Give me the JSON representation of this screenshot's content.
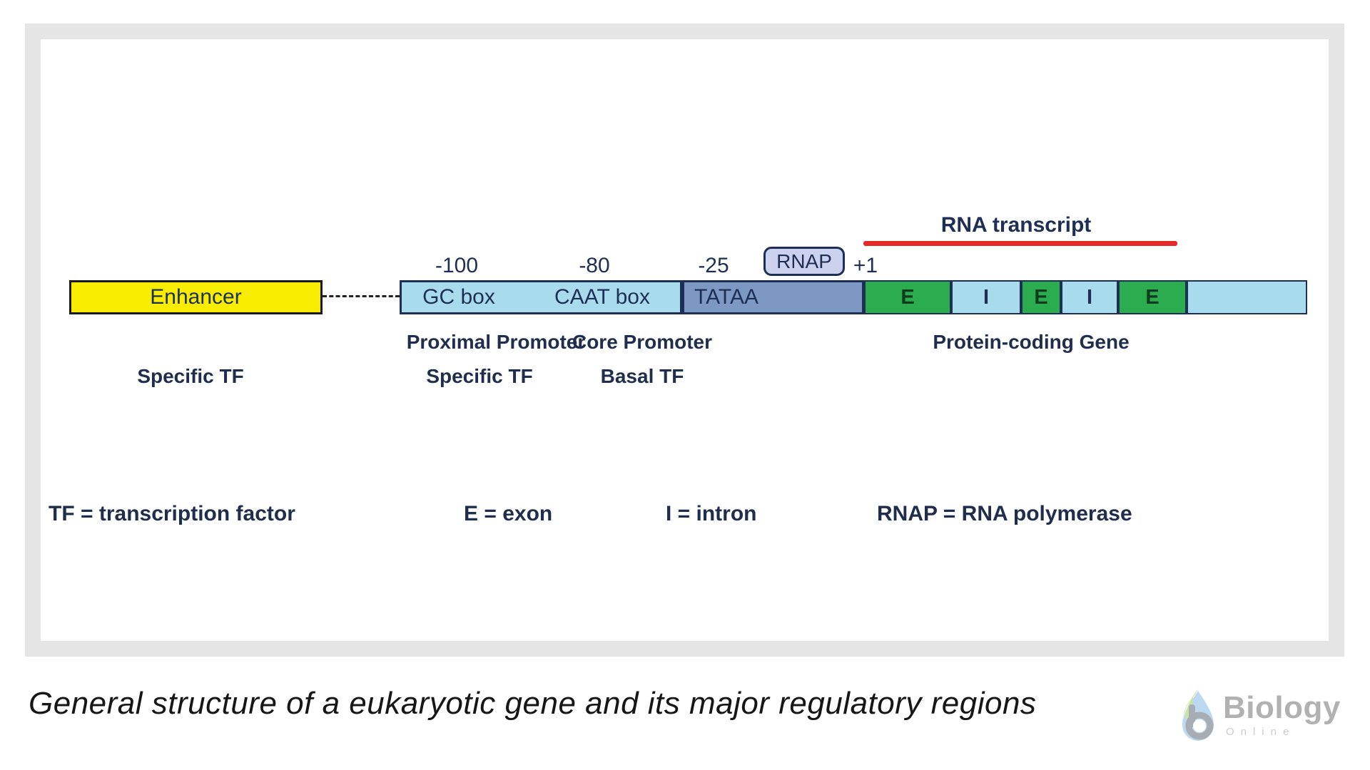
{
  "figure": {
    "enhancer_label": "Enhancer",
    "gc_box_label": "GC box",
    "caat_box_label": "CAAT box",
    "tata_label": "TATAA",
    "rnap_label": "RNAP",
    "rna_transcript_label": "RNA transcript",
    "positions": {
      "p100": "-100",
      "p80": "-80",
      "p25": "-25",
      "p1": "+1"
    },
    "gene_segments": [
      "E",
      "I",
      "E",
      "I",
      "E",
      ""
    ],
    "region_labels": {
      "proximal": "Proximal Promoter",
      "core": "Core Promoter",
      "gene": "Protein-coding Gene"
    },
    "tf_labels": {
      "enhancer": "Specific TF",
      "proximal": "Specific TF",
      "core": "Basal TF"
    },
    "legend": [
      "TF = transcription factor",
      "E = exon",
      "I = intron",
      "RNAP = RNA polymerase"
    ],
    "colors": {
      "enhancer_fill": "#f8ed00",
      "promoter_fill": "#a8dcec",
      "tata_fill": "#7d98c3",
      "exon_fill": "#2bac4e",
      "intron_fill": "#a8dcec",
      "rnap_fill": "#ccd2ee",
      "transcript_line": "#e32a2a",
      "diagram_text": "#1e2f55",
      "frame_gray": "#e5e5e5"
    }
  },
  "caption": "General structure of a eukaryotic gene and its major regulatory regions",
  "logo": {
    "brand": "Biology",
    "subtitle": "Online"
  }
}
